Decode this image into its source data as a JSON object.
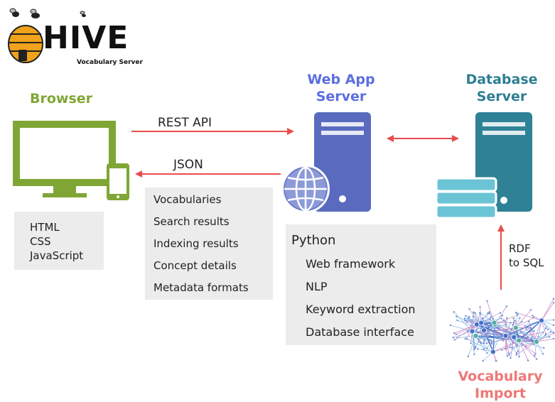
{
  "logo": {
    "title": "HIVE",
    "subtitle": "Vocabulary Server"
  },
  "browser": {
    "heading": "Browser",
    "tech": [
      "HTML",
      "CSS",
      "JavaScript"
    ]
  },
  "web_server": {
    "heading_line1": "Web App",
    "heading_line2": "Server"
  },
  "db_server": {
    "heading_line1": "Database",
    "heading_line2": "Server"
  },
  "arrows": {
    "rest": "REST API",
    "json": "JSON",
    "rdf_line1": "RDF",
    "rdf_line2": "to SQL"
  },
  "json_items": [
    "Vocabularies",
    "Search results",
    "Indexing results",
    "Concept details",
    "Metadata formats"
  ],
  "python": {
    "title": "Python",
    "items": [
      "Web framework",
      "NLP",
      "Keyword extraction",
      "Database interface"
    ]
  },
  "import": {
    "line1": "Vocabulary",
    "line2": "Import"
  },
  "colors": {
    "green": "#7fa635",
    "blue": "#5b6ee0",
    "teal": "#2e7f93",
    "red": "#e84c4c",
    "salmon": "#ef7777",
    "server_blue": "#5a6bbf",
    "server_teal": "#2f8296",
    "box_grey": "#ececec"
  }
}
